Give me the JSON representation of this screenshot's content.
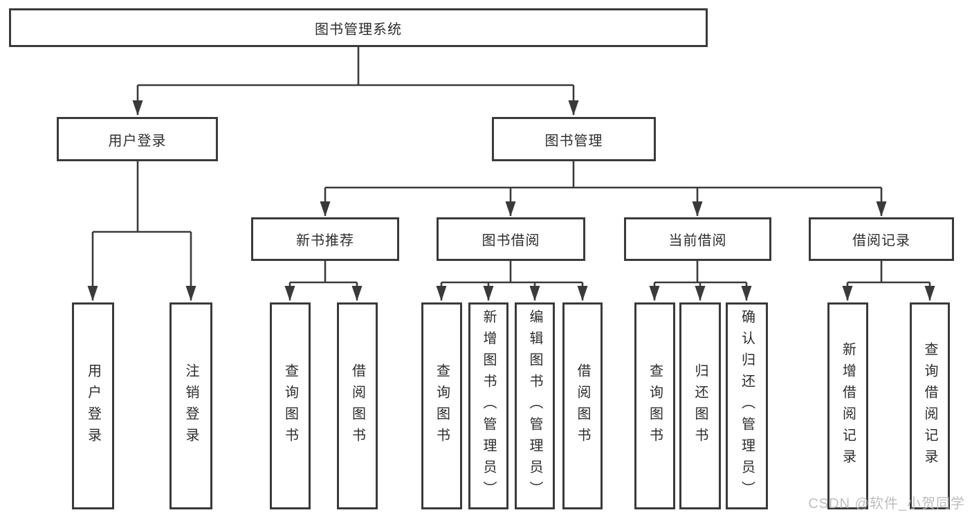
{
  "colors": {
    "line": "#3a3a3a",
    "box_border": "#3a3a3a",
    "text": "#2d2d2d",
    "background": "#ffffff",
    "watermark": "#b7b7b7"
  },
  "watermark": {
    "text": "CSDN @软件_小贺同学"
  },
  "tree": {
    "root": {
      "label": "图书管理系统"
    },
    "branches": [
      {
        "label": "用户登录",
        "children": [
          {
            "label": "用户登录"
          },
          {
            "label": "注销登录"
          }
        ]
      },
      {
        "label": "图书管理",
        "children": [
          {
            "label": "新书推荐",
            "children": [
              {
                "label": "查询图书"
              },
              {
                "label": "借阅图书"
              }
            ]
          },
          {
            "label": "图书借阅",
            "children": [
              {
                "label": "查询图书"
              },
              {
                "label": "新增图书（管理员）"
              },
              {
                "label": "编辑图书（管理员）"
              },
              {
                "label": "借阅图书"
              }
            ]
          },
          {
            "label": "当前借阅",
            "children": [
              {
                "label": "查询图书"
              },
              {
                "label": "归还图书"
              },
              {
                "label": "确认归还（管理员）"
              }
            ]
          },
          {
            "label": "借阅记录",
            "children": [
              {
                "label": "新增借阅记录"
              },
              {
                "label": "查询借阅记录"
              }
            ]
          }
        ]
      }
    ]
  }
}
